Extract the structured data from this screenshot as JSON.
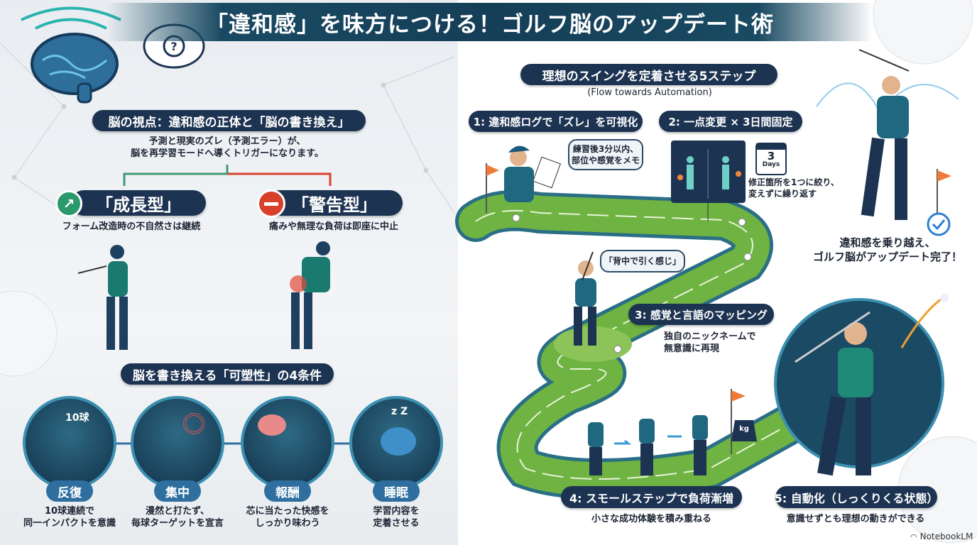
{
  "title": "「違和感」を味方につける！ゴルフ脳のアップデート術",
  "left": {
    "section1": {
      "heading": "脳の視点：違和感の正体と「脳の書き換え」",
      "desc_line1": "予測と現実のズレ（予測エラー）が、",
      "desc_line2": "脳を再学習モードへ導くトリガーになります。",
      "growth": {
        "label": "「成長型」",
        "desc": "フォーム改造時の不自然さは継続"
      },
      "warning": {
        "label": "「警告型」",
        "desc": "痛みや無理な負荷は即座に中止"
      }
    },
    "section2": {
      "heading": "脳を書き換える「可塑性」の4条件",
      "conditions": [
        {
          "label": "反復",
          "line1": "10球連続で",
          "line2": "同一インパクトを意識",
          "badge": "10球"
        },
        {
          "label": "集中",
          "line1": "漫然と打たず、",
          "line2": "毎球ターゲットを宣言"
        },
        {
          "label": "報酬",
          "line1": "芯に当たった快感を",
          "line2": "しっかり味わう"
        },
        {
          "label": "睡眠",
          "line1": "学習内容を",
          "line2": "定着させる",
          "badge": "z Z"
        }
      ]
    }
  },
  "right": {
    "heading": "理想のスイングを定着させる5ステップ",
    "subtitle": "(Flow towards Automation)",
    "steps": [
      {
        "label": "1: 違和感ログで「ズレ」を可視化",
        "bubble_line1": "練習後3分以内、",
        "bubble_line2": "部位や感覚をメモ"
      },
      {
        "label": "2: 一点変更 × 3日間固定",
        "line1": "修正箇所を1つに絞り、",
        "line2": "変えずに繰り返す",
        "calendar_num": "3",
        "calendar_unit": "Days"
      },
      {
        "label": "3: 感覚と言語のマッピング",
        "line1": "独自のニックネームで",
        "line2": "無意識に再現",
        "bubble": "「背中で引く感じ」"
      },
      {
        "label": "4: スモールステップで負荷漸増",
        "desc": "小さな成功体験を積み重ねる",
        "weight": "kg"
      },
      {
        "label": "5: 自動化（しっくりくる状態）",
        "desc": "意識せずとも理想の動きができる"
      }
    ],
    "complete_line1": "違和感を乗り越え、",
    "complete_line2": "ゴルフ脳がアップデート完了！"
  },
  "brand": "NotebookLM",
  "colors": {
    "navy": "#1d3352",
    "green": "#6fb343",
    "teal": "#1a4a63",
    "red": "#d8402c",
    "growth": "#2a9a6a"
  }
}
